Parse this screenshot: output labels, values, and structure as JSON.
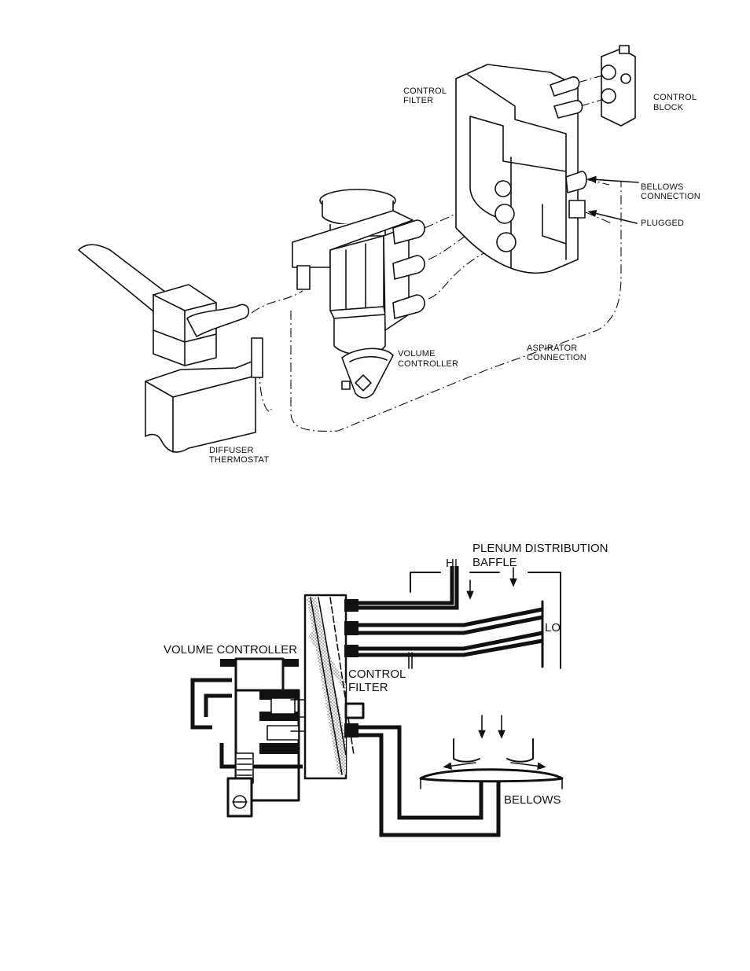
{
  "top_diagram": {
    "labels": {
      "control_filter": [
        "CONTROL",
        "FILTER"
      ],
      "control_block": [
        "CONTROL",
        "BLOCK"
      ],
      "bellows_connection": [
        "BELLOWS",
        "CONNECTION"
      ],
      "plugged": "PLUGGED",
      "volume_controller": [
        "VOLUME",
        "CONTROLLER"
      ],
      "aspirator_connection": [
        "ASPIRATOR",
        "CONNECTION"
      ],
      "diffuser_thermostat": [
        "DIFFUSER",
        "THERMOSTAT"
      ]
    }
  },
  "bottom_diagram": {
    "labels": {
      "plenum": [
        "PLENUM DISTRIBUTION",
        "BAFFLE"
      ],
      "hi": "HI",
      "lo": "LO",
      "volume_controller": "VOLUME CONTROLLER",
      "control_filter": [
        "CONTROL",
        "FILTER"
      ],
      "bellows": "BELLOWS"
    }
  }
}
